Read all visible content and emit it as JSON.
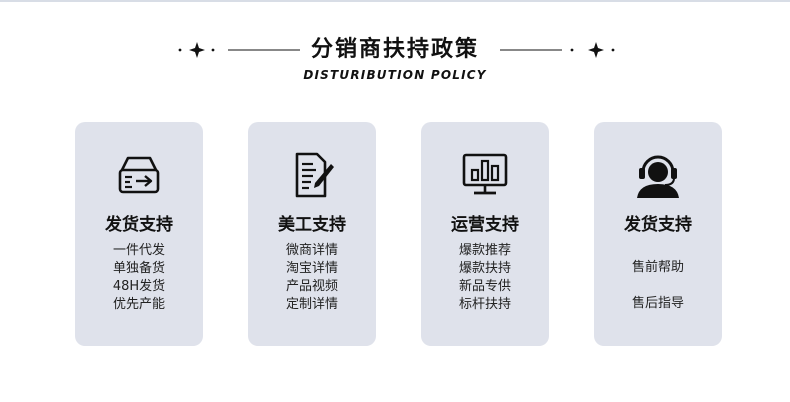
{
  "header": {
    "title": "分销商扶持政策",
    "subtitle": "DISTURIBUTION POLICY"
  },
  "cards": [
    {
      "icon": "delivery-box-icon",
      "title": "发货支持",
      "items": [
        "一件代发",
        "单独备货",
        "48H发货",
        "优先产能"
      ]
    },
    {
      "icon": "document-edit-icon",
      "title": "美工支持",
      "items": [
        "微商详情",
        "淘宝详情",
        "产品视频",
        "定制详情"
      ]
    },
    {
      "icon": "bar-chart-monitor-icon",
      "title": "运营支持",
      "items": [
        "爆款推荐",
        "爆款扶持",
        "新品专供",
        "标杆扶持"
      ]
    },
    {
      "icon": "customer-service-headset-icon",
      "title": "发货支持",
      "items": [
        "售前帮助",
        "售后指导"
      ]
    }
  ],
  "colors": {
    "card_bg": "#dfe2eb",
    "text": "#111111",
    "top_line": "#d8dde6"
  }
}
